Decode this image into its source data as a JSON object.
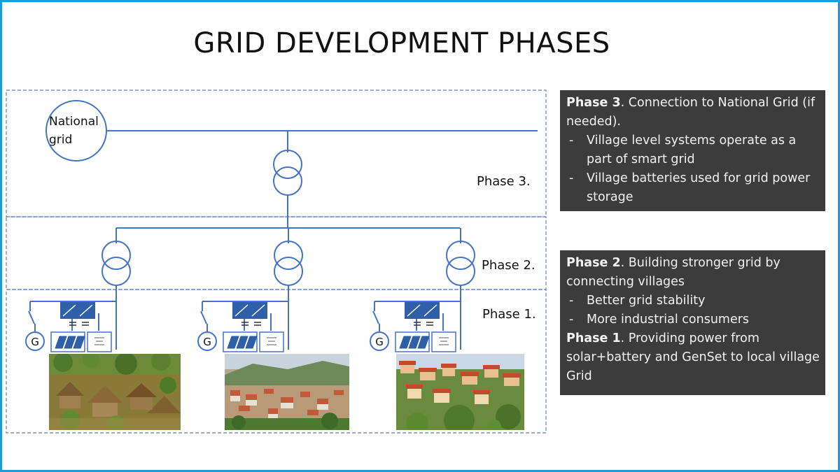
{
  "title": "GRID DEVELOPMENT PHASES",
  "node_label": "National grid",
  "generator_symbol": "G",
  "phase_labels": {
    "phase3": "Phase 3.",
    "phase2": "Phase 2.",
    "phase1": "Phase 1."
  },
  "info_boxes": {
    "phase3": {
      "heading": "Phase 3",
      "text": ". Connection to National Grid (if needed).",
      "bullets": [
        "Village level systems operate as a part of smart grid",
        "Village batteries used for grid power storage"
      ]
    },
    "phase2": {
      "heading": "Phase 2",
      "text": ". Building stronger grid by connecting villages",
      "bullets": [
        "Better grid stability",
        "More industrial consumers"
      ]
    },
    "phase1": {
      "heading": "Phase 1",
      "text": ". Providing power from solar+battery and GenSet to local village Grid"
    }
  },
  "colors": {
    "border": "#1e9ad6",
    "line": "#4472c4",
    "box": "#3c3c3c",
    "converter": "#2e5fa8"
  }
}
